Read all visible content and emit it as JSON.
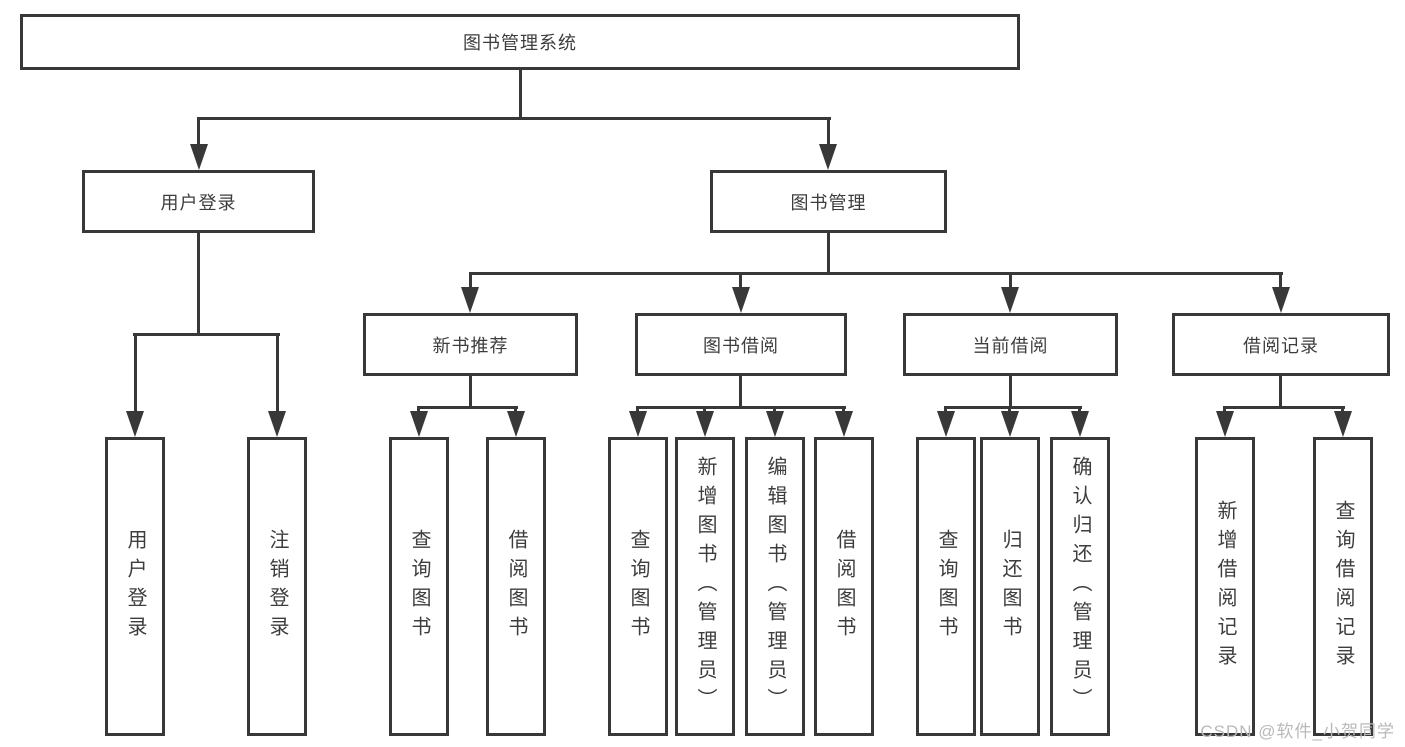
{
  "tree": {
    "label": "图书管理系统",
    "children": [
      {
        "label": "用户登录",
        "children": [
          {
            "label": "用户登录"
          },
          {
            "label": "注销登录"
          }
        ]
      },
      {
        "label": "图书管理",
        "children": [
          {
            "label": "新书推荐",
            "children": [
              {
                "label": "查询图书"
              },
              {
                "label": "借阅图书"
              }
            ]
          },
          {
            "label": "图书借阅",
            "children": [
              {
                "label": "查询图书"
              },
              {
                "label": "新增图书（管理员）"
              },
              {
                "label": "编辑图书（管理员）"
              },
              {
                "label": "借阅图书"
              }
            ]
          },
          {
            "label": "当前借阅",
            "children": [
              {
                "label": "查询图书"
              },
              {
                "label": "归还图书"
              },
              {
                "label": "确认归还（管理员）"
              }
            ]
          },
          {
            "label": "借阅记录",
            "children": [
              {
                "label": "新增借阅记录"
              },
              {
                "label": "查询借阅记录"
              }
            ]
          }
        ]
      }
    ]
  },
  "watermark": {
    "label": "CSDN @软件_小贺同学"
  },
  "colors": {
    "line": "#383838",
    "box_border": "#383838",
    "text": "#3d3d3d",
    "background": "#ffffff",
    "watermark": "#b9b9b9"
  }
}
